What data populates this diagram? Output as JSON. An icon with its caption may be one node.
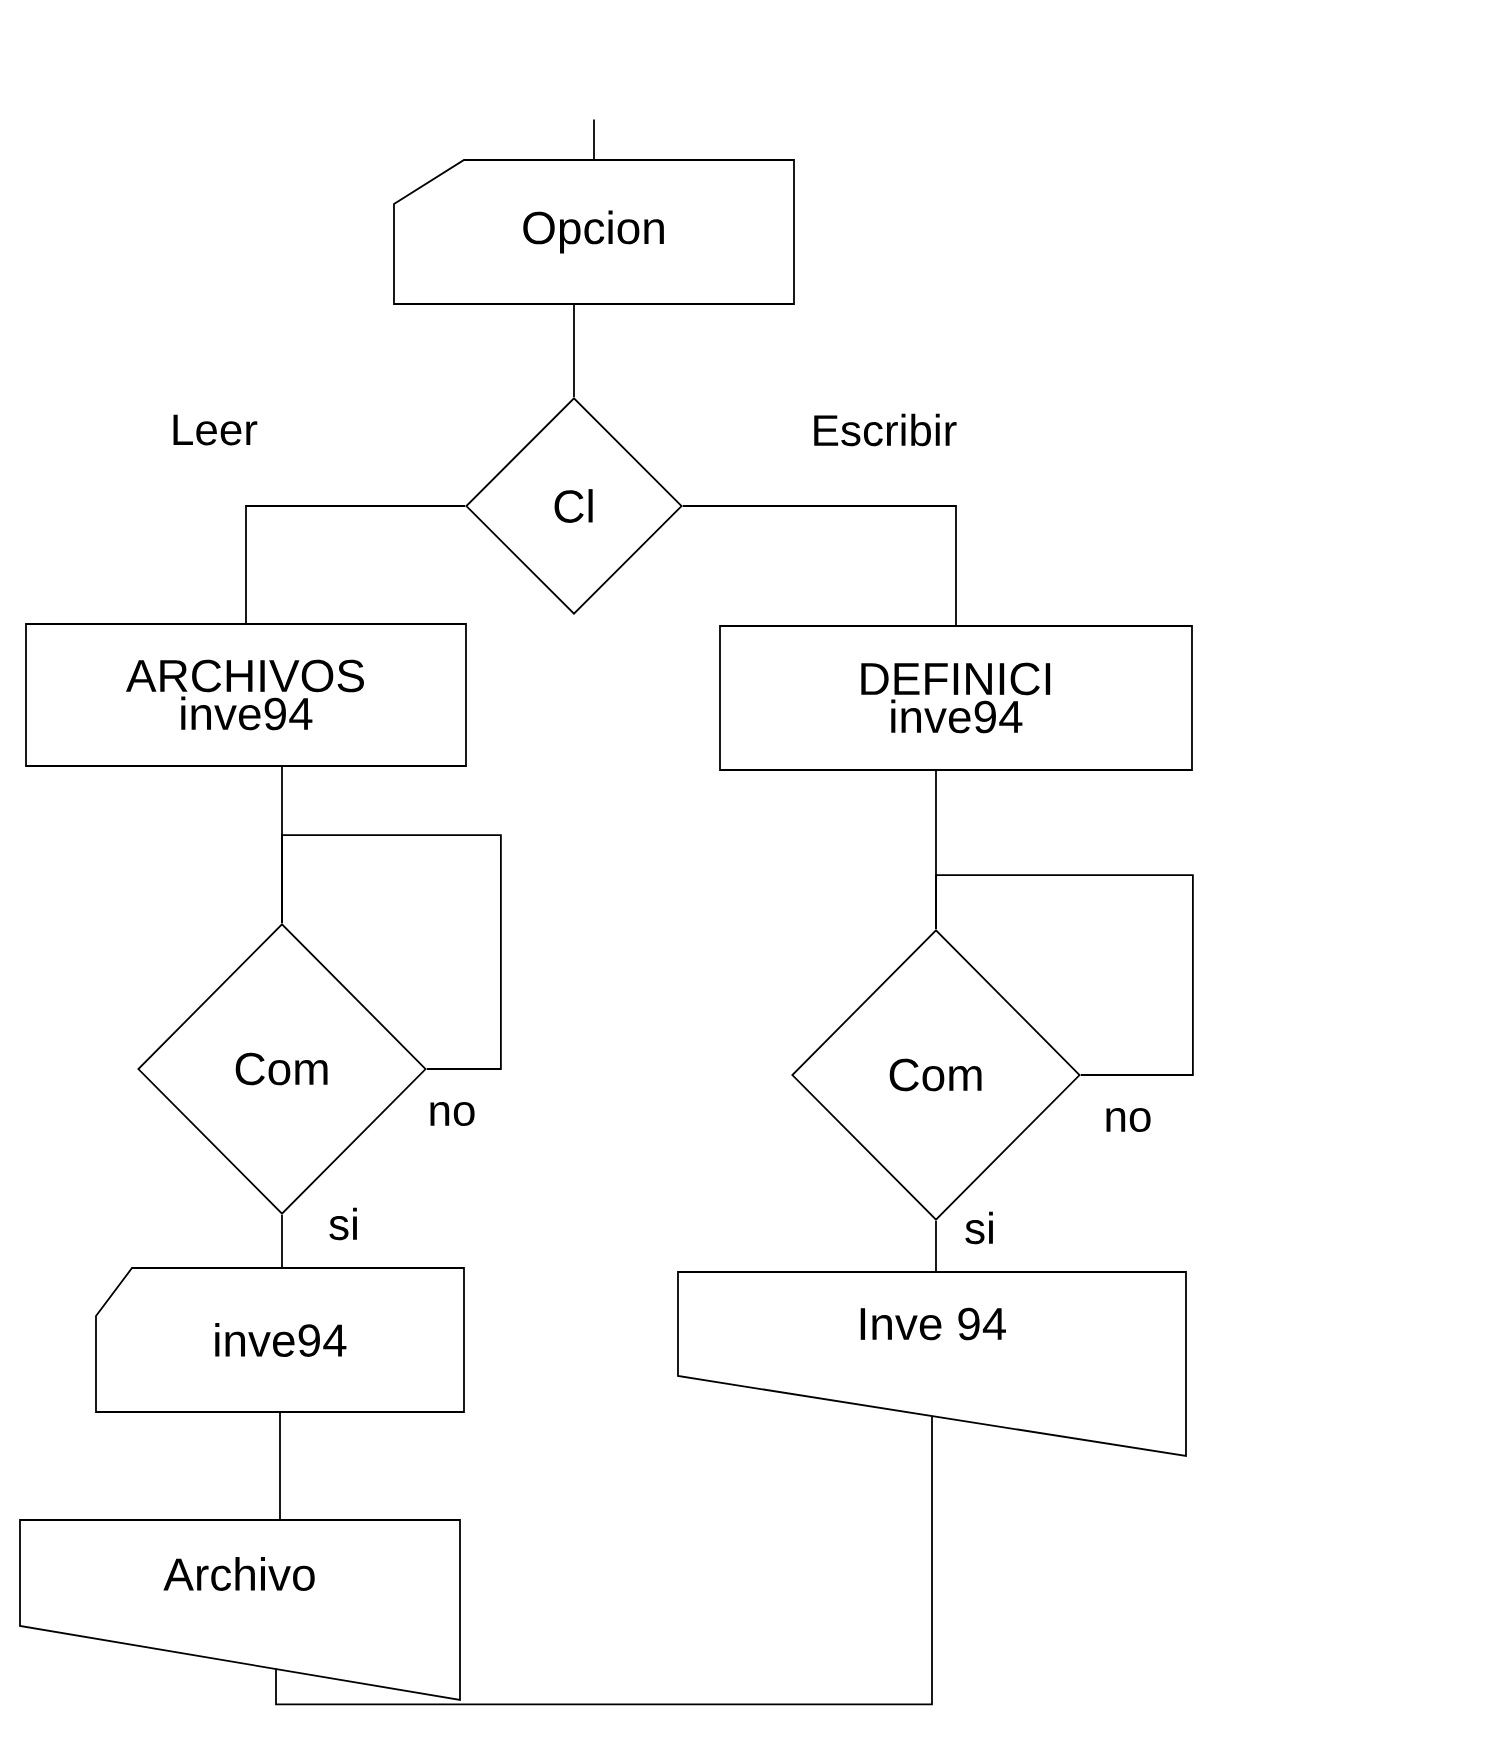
{
  "diagram": {
    "nodes": [
      {
        "text": [
          "Opcion"
        ]
      },
      {
        "text": [
          "Cl"
        ]
      },
      {
        "text": [
          "ARCHIVOS",
          "inve94"
        ]
      },
      {
        "text": [
          "DEFINICI",
          "inve94"
        ]
      },
      {
        "text": [
          "Com"
        ]
      },
      {
        "text": [
          "Com"
        ]
      },
      {
        "text": [
          "inve94"
        ]
      },
      {
        "text": [
          "Inve 94"
        ]
      },
      {
        "text": [
          "Archivo"
        ]
      }
    ],
    "edges": [
      {
        "from": null,
        "to": 0,
        "arrow": "none"
      },
      {
        "from": 0,
        "to": 1,
        "arrow": "none"
      },
      {
        "from": 1,
        "to": 2,
        "arrow": "none",
        "label": "Leer"
      },
      {
        "from": 1,
        "to": 3,
        "arrow": "none",
        "label": "Escribir"
      },
      {
        "from": 2,
        "to": 4,
        "arrow": "none"
      },
      {
        "from": 4,
        "to": 4,
        "arrow": "none",
        "label": "no"
      },
      {
        "from": 4,
        "to": 6,
        "arrow": "none",
        "label": "si"
      },
      {
        "from": 3,
        "to": 5,
        "arrow": "none"
      },
      {
        "from": 5,
        "to": 5,
        "arrow": "none",
        "label": "no"
      },
      {
        "from": 5,
        "to": 7,
        "arrow": "none",
        "label": "si"
      },
      {
        "from": 6,
        "to": 8,
        "arrow": "none"
      },
      {
        "from": 8,
        "to": 7,
        "arrow": "none"
      }
    ]
  }
}
